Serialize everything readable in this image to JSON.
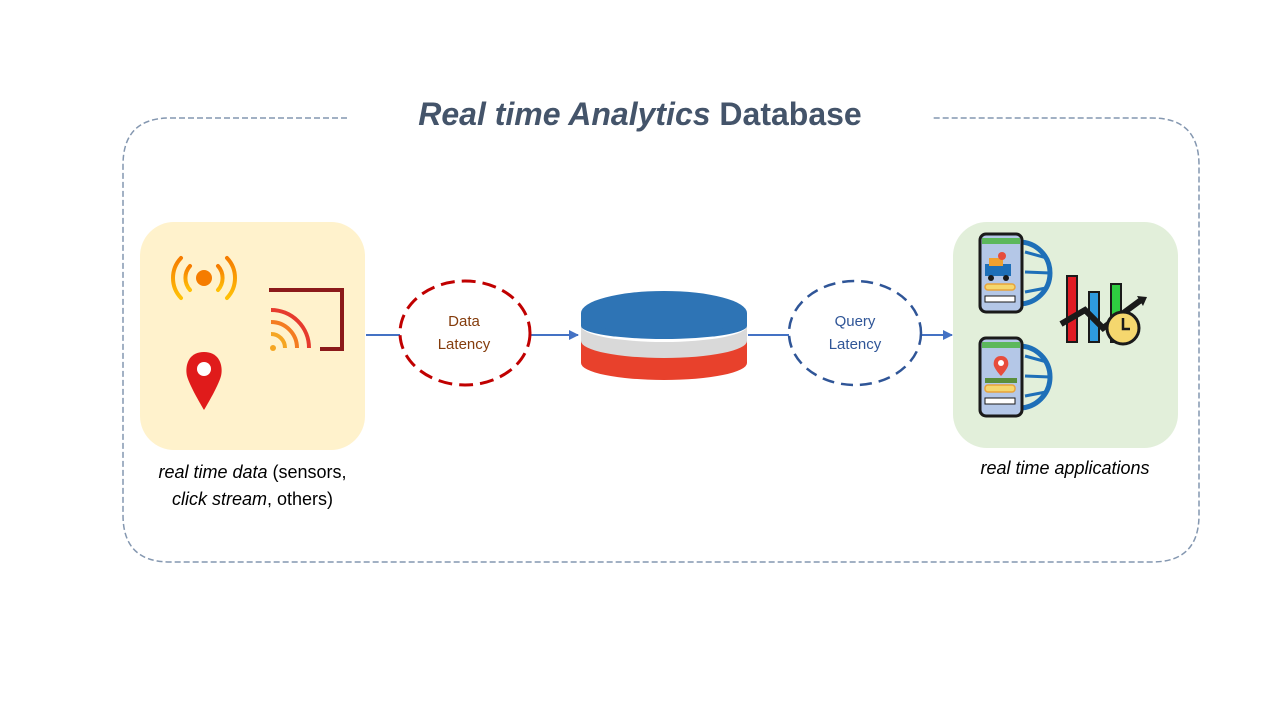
{
  "title": {
    "italic": "Real time Analytics",
    "regular": " Database"
  },
  "source": {
    "caption_italic_1": "real time data",
    "caption_text_1": " (sensors,",
    "caption_italic_2": "click stream",
    "caption_text_2": ", others)",
    "icons": [
      "broadcast-icon",
      "cast-signal-icon",
      "location-pin-icon"
    ]
  },
  "data_latency": {
    "line1": "Data",
    "line2": "Latency"
  },
  "query_latency": {
    "line1": "Query",
    "line2": "Latency"
  },
  "database": {
    "icon": "database-icon",
    "colors": [
      "#2e74b5",
      "#d9d9d9",
      "#e8412c"
    ]
  },
  "applications": {
    "caption": "real time applications",
    "icons": [
      "mobile-delivery-icon",
      "mobile-location-icon",
      "analytics-chart-icon"
    ]
  },
  "colors": {
    "border": "#8497b0",
    "arrow": "#4472c4",
    "data_latency": "#c00000",
    "query_latency": "#2f5597",
    "title": "#44546a"
  }
}
